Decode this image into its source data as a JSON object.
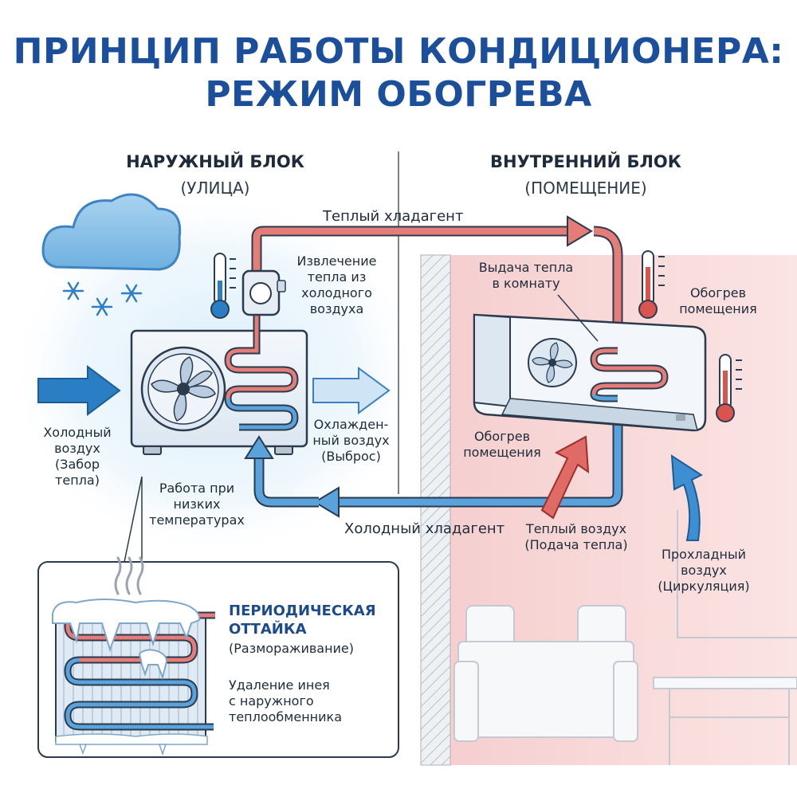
{
  "title": {
    "line1": "ПРИНЦИП РАБОТЫ КОНДИЦИОНЕРА:",
    "line2": "РЕЖИМ ОБОГРЕВА"
  },
  "outdoor": {
    "heading": "НАРУЖНЫЙ БЛОК",
    "subheading": "(УЛИЦА)",
    "cold_air": [
      "Холодный",
      "воздух",
      "(Забор",
      "тепла)"
    ],
    "extraction": [
      "Извлечение",
      "тепла из",
      "холодного",
      "воздуха"
    ],
    "cooled_air": [
      "Охлажден-",
      "ный воздух",
      "(Выброс)"
    ],
    "low_temp": [
      "Работа при",
      "низких",
      "температурах"
    ]
  },
  "indoor": {
    "heading": "ВНУТРЕННИЙ БЛОК",
    "subheading": "(ПОМЕЩЕНИЕ)",
    "heat_output": [
      "Выдача тепла",
      "в комнату"
    ],
    "room_heating_right": [
      "Обогрев",
      "помещения"
    ],
    "room_heating_left": [
      "Обогрев",
      "помещения"
    ],
    "warm_air": [
      "Теплый воздух",
      "(Подача тепла)"
    ],
    "cool_air": [
      "Прохладный",
      "воздух",
      "(Циркуляция)"
    ]
  },
  "refrigerant": {
    "warm": "Теплый хладагент",
    "cold": "Холодный хладагент"
  },
  "defrost": {
    "heading": [
      "ПЕРИОДИЧЕСКАЯ",
      "ОТТАЙКА"
    ],
    "sub": "(Размораживание)",
    "desc": [
      "Удаление инея",
      "с наружного",
      "теплообменника"
    ]
  },
  "colors": {
    "hot": "#d9534f",
    "cold": "#2a7fc4",
    "title": "#1b4f9c",
    "room": "#f7d4d4"
  },
  "icons": [
    "cloud-icon",
    "snowflake-icon",
    "fan-icon",
    "thermometer-icon",
    "compressor-icon",
    "heat-wave-icon"
  ]
}
